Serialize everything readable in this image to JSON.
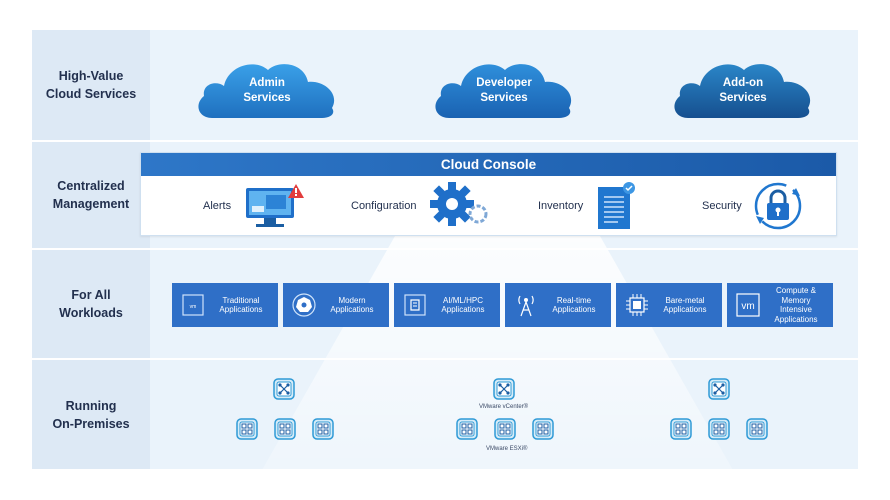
{
  "rows": [
    {
      "label": "High-Value\nCloud Services"
    },
    {
      "label": "Centralized\nManagement"
    },
    {
      "label": "For All\nWorkloads"
    },
    {
      "label": "Running\nOn-Premises"
    }
  ],
  "clouds": [
    {
      "label": "Admin\nServices",
      "color": "#2a86d3"
    },
    {
      "label": "Developer\nServices",
      "color": "#2377c6"
    },
    {
      "label": "Add-on\nServices",
      "color": "#1b5ea3"
    }
  ],
  "console": {
    "title": "Cloud Console",
    "items": [
      "Alerts",
      "Configuration",
      "Inventory",
      "Security"
    ]
  },
  "workloads": [
    {
      "label": "Traditional\nApplications",
      "icon": "vm-box-icon"
    },
    {
      "label": "Modern\nApplications",
      "icon": "kubernetes-icon"
    },
    {
      "label": "AI/ML/HPC\nApplications",
      "icon": "ai-chip-icon"
    },
    {
      "label": "Real-time\nApplications",
      "icon": "antenna-icon"
    },
    {
      "label": "Bare-metal\nApplications",
      "icon": "processor-icon"
    },
    {
      "label": "Compute &\nMemory\nIntensive\nApplications",
      "icon": "vm-icon"
    }
  ],
  "onprem": {
    "vcenter_label": "VMware vCenter®",
    "esxi_label": "VMware ESXi®"
  },
  "colors": {
    "accent": "#2f6fc7",
    "label_bg": "#dde9f5",
    "body_bg": "#eaf3fb"
  }
}
